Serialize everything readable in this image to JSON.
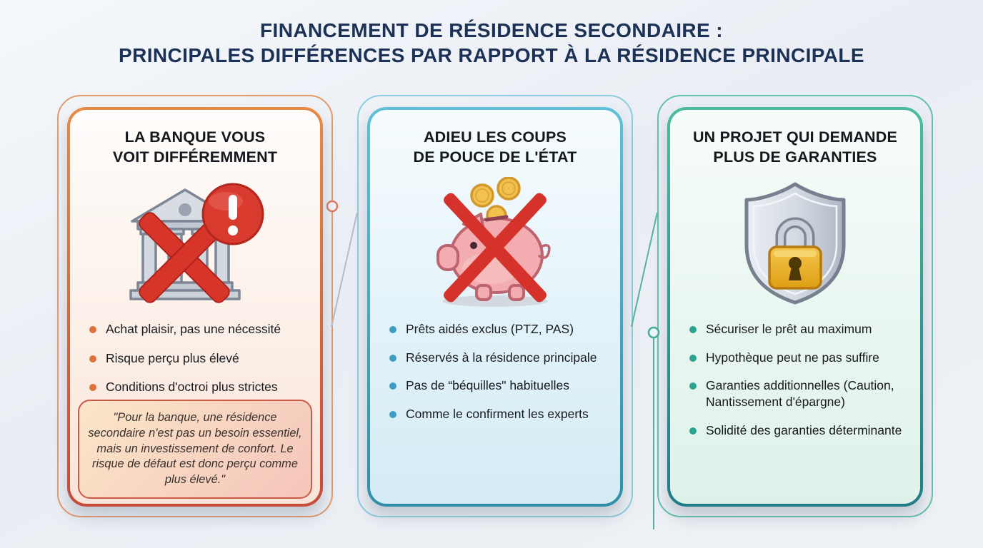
{
  "title": {
    "line1": "FINANCEMENT DE RÉSIDENCE SECONDAIRE :",
    "line2": "PRINCIPALES DIFFÉRENCES PAR RAPPORT À LA RÉSIDENCE PRINCIPALE"
  },
  "cards": [
    {
      "id": "bank-view",
      "title_line1": "LA BANQUE VOUS",
      "title_line2": "VOIT DIFFÉREMMENT",
      "icon": "bank-crossed-warning-icon",
      "bullets": [
        "Achat plaisir, pas une nécessité",
        "Risque perçu plus élevé",
        "Conditions d'octroi plus strictes"
      ],
      "quote": "\"Pour la banque, une résidence secondaire n'est pas un besoin essentiel, mais un investissement de confort. Le risque de défaut est donc perçu comme plus élevé.\""
    },
    {
      "id": "state-aid",
      "title_line1": "ADIEU LES COUPS",
      "title_line2": "DE POUCE DE L'ÉTAT",
      "icon": "piggy-bank-crossed-icon",
      "bullets": [
        "Prêts aidés exclus (PTZ, PAS)",
        "Réservés à la résidence principale",
        "Pas de “béquilles\" habituelles",
        "Comme le confirment les experts"
      ]
    },
    {
      "id": "guarantees",
      "title_line1": "UN PROJET QUI DEMANDE",
      "title_line2": "PLUS DE GARANTIES",
      "icon": "shield-lock-icon",
      "bullets": [
        "Sécuriser le prêt au maximum",
        "Hypothèque peut ne pas suffire",
        "Garanties additionnelles (Caution, Nantissement d'épargne)",
        "Solidité des garanties déterminante"
      ]
    }
  ],
  "colors": {
    "background": "#EEF2F6",
    "title_text": "#1B3156",
    "card1_accent": "#E0703C",
    "card1_border_top": "#E88A42",
    "card1_border_bottom": "#C84A3A",
    "card2_accent": "#3E9EC4",
    "card2_border_top": "#5EC0D9",
    "card2_border_bottom": "#2F8FA8",
    "card3_accent": "#2BA390",
    "card3_border_top": "#4ABC9E",
    "card3_border_bottom": "#1F7C87",
    "cross_red": "#D5322B",
    "warning_badge_red": "#D93A2E",
    "quote_border": "#CF5847"
  }
}
